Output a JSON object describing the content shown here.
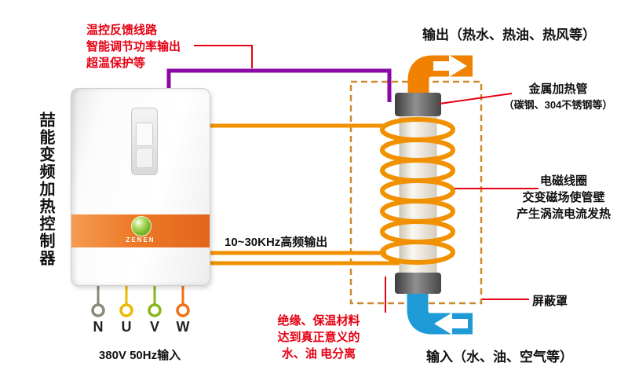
{
  "left_title": "喆能变频加热控制器",
  "controller": {
    "brand": "ZENEN",
    "terminals": [
      "N",
      "U",
      "V",
      "W"
    ],
    "input_spec": "380V 50Hz输入"
  },
  "labels": {
    "feedback": [
      "温控反馈线路",
      "智能调节功率输出",
      "超温保护等"
    ],
    "output": "输出（热水、热油、热风等）",
    "metal_tube": [
      "金属加热管",
      "（碳钢、304不锈钢等）"
    ],
    "coil": [
      "电磁线圈",
      "交变磁场使管壁",
      "产生涡流电流发热"
    ],
    "shield": "屏蔽罩",
    "hf_output": "10~30KHz高频输出",
    "insulation": [
      "绝缘、保温材料",
      "达到真正意义的",
      "水、油 电分离"
    ],
    "input": "输入（水、油、空气等）"
  },
  "colors": {
    "red_text": "#e60012",
    "purple_line": "#8b07a6",
    "orange_line": "#f29100",
    "orange_pipe": "#f18101",
    "blue_pipe": "#1e9bd7",
    "shield_dash": "#cc8a2e"
  }
}
